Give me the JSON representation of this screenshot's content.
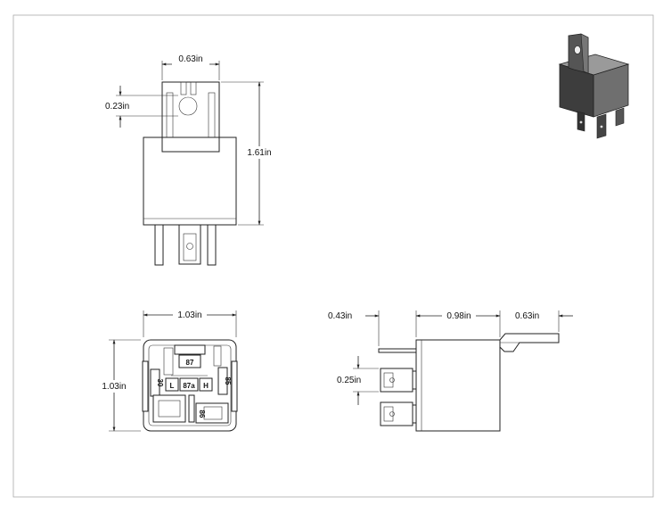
{
  "top_view": {
    "tab_width": "0.63in",
    "hole_offset": "0.23in",
    "overall_height": "1.61in"
  },
  "bottom_view": {
    "width": "1.03in",
    "height": "1.03in",
    "pins": {
      "pin_87": "87",
      "pin_87a": "87a",
      "pin_30": "30",
      "pin_85": "85",
      "pin_86": "86",
      "label_l": "L",
      "label_h": "H"
    }
  },
  "side_view": {
    "left_offset": "0.43in",
    "body_width": "0.98in",
    "tab_length": "0.63in",
    "terminal_spacing": "0.25in"
  }
}
